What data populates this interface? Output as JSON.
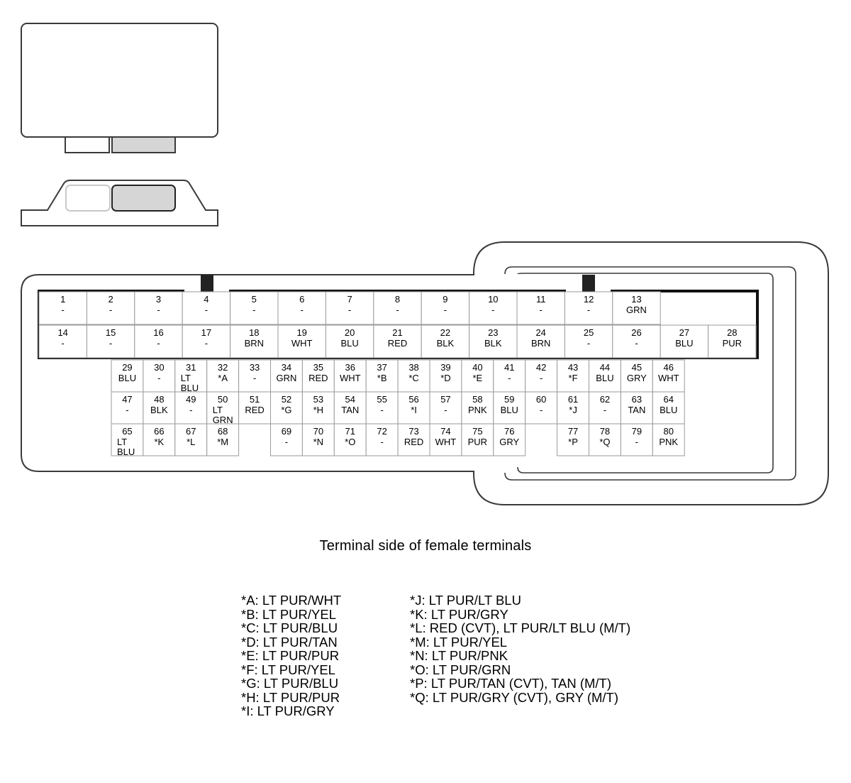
{
  "caption": "Terminal side of female terminals",
  "terminals": [
    {
      "no": "1",
      "wire": [
        "-"
      ]
    },
    {
      "no": "2",
      "wire": [
        "-"
      ]
    },
    {
      "no": "3",
      "wire": [
        "-"
      ]
    },
    {
      "no": "4",
      "wire": [
        "-"
      ]
    },
    {
      "no": "5",
      "wire": [
        "-"
      ]
    },
    {
      "no": "6",
      "wire": [
        "-"
      ]
    },
    {
      "no": "7",
      "wire": [
        "-"
      ]
    },
    {
      "no": "8",
      "wire": [
        "-"
      ]
    },
    {
      "no": "9",
      "wire": [
        "-"
      ]
    },
    {
      "no": "10",
      "wire": [
        "-"
      ]
    },
    {
      "no": "11",
      "wire": [
        "-"
      ]
    },
    {
      "no": "12",
      "wire": [
        "-"
      ]
    },
    {
      "no": "13",
      "wire": [
        "GRN"
      ]
    },
    {
      "no": "14",
      "wire": [
        "-"
      ]
    },
    {
      "no": "15",
      "wire": [
        "-"
      ]
    },
    {
      "no": "16",
      "wire": [
        "-"
      ]
    },
    {
      "no": "17",
      "wire": [
        "-"
      ]
    },
    {
      "no": "18",
      "wire": [
        "BRN"
      ]
    },
    {
      "no": "19",
      "wire": [
        "WHT"
      ]
    },
    {
      "no": "20",
      "wire": [
        "BLU"
      ]
    },
    {
      "no": "21",
      "wire": [
        "RED"
      ]
    },
    {
      "no": "22",
      "wire": [
        "BLK"
      ]
    },
    {
      "no": "23",
      "wire": [
        "BLK"
      ]
    },
    {
      "no": "24",
      "wire": [
        "BRN"
      ]
    },
    {
      "no": "25",
      "wire": [
        "-"
      ]
    },
    {
      "no": "26",
      "wire": [
        "-"
      ]
    },
    {
      "no": "27",
      "wire": [
        "BLU"
      ]
    },
    {
      "no": "28",
      "wire": [
        "PUR"
      ]
    },
    {
      "no": "29",
      "wire": [
        "BLU"
      ]
    },
    {
      "no": "30",
      "wire": [
        "-"
      ]
    },
    {
      "no": "31",
      "wire": [
        "LT",
        "BLU"
      ]
    },
    {
      "no": "32",
      "wire": [
        "*A"
      ]
    },
    {
      "no": "33",
      "wire": [
        "-"
      ]
    },
    {
      "no": "34",
      "wire": [
        "GRN"
      ]
    },
    {
      "no": "35",
      "wire": [
        "RED"
      ]
    },
    {
      "no": "36",
      "wire": [
        "WHT"
      ]
    },
    {
      "no": "37",
      "wire": [
        "*B"
      ]
    },
    {
      "no": "38",
      "wire": [
        "*C"
      ]
    },
    {
      "no": "39",
      "wire": [
        "*D"
      ]
    },
    {
      "no": "40",
      "wire": [
        "*E"
      ]
    },
    {
      "no": "41",
      "wire": [
        "-"
      ]
    },
    {
      "no": "42",
      "wire": [
        "-"
      ]
    },
    {
      "no": "43",
      "wire": [
        "*F"
      ]
    },
    {
      "no": "44",
      "wire": [
        "BLU"
      ]
    },
    {
      "no": "45",
      "wire": [
        "GRY"
      ]
    },
    {
      "no": "46",
      "wire": [
        "WHT"
      ]
    },
    {
      "no": "47",
      "wire": [
        "-"
      ]
    },
    {
      "no": "48",
      "wire": [
        "BLK"
      ]
    },
    {
      "no": "49",
      "wire": [
        "-"
      ]
    },
    {
      "no": "50",
      "wire": [
        "LT",
        "GRN"
      ]
    },
    {
      "no": "51",
      "wire": [
        "RED"
      ]
    },
    {
      "no": "52",
      "wire": [
        "*G"
      ]
    },
    {
      "no": "53",
      "wire": [
        "*H"
      ]
    },
    {
      "no": "54",
      "wire": [
        "TAN"
      ]
    },
    {
      "no": "55",
      "wire": [
        "-"
      ]
    },
    {
      "no": "56",
      "wire": [
        "*I"
      ]
    },
    {
      "no": "57",
      "wire": [
        "-"
      ]
    },
    {
      "no": "58",
      "wire": [
        "PNK"
      ]
    },
    {
      "no": "59",
      "wire": [
        "BLU"
      ]
    },
    {
      "no": "60",
      "wire": [
        "-"
      ]
    },
    {
      "no": "61",
      "wire": [
        "*J"
      ]
    },
    {
      "no": "62",
      "wire": [
        "-"
      ]
    },
    {
      "no": "63",
      "wire": [
        "TAN"
      ]
    },
    {
      "no": "64",
      "wire": [
        "BLU"
      ]
    },
    {
      "no": "65",
      "wire": [
        "LT",
        "BLU"
      ]
    },
    {
      "no": "66",
      "wire": [
        "*K"
      ]
    },
    {
      "no": "67",
      "wire": [
        "*L"
      ]
    },
    {
      "no": "68",
      "wire": [
        "*M"
      ]
    },
    {
      "no": "69",
      "wire": [
        "-"
      ]
    },
    {
      "no": "70",
      "wire": [
        "*N"
      ]
    },
    {
      "no": "71",
      "wire": [
        "*O"
      ]
    },
    {
      "no": "72",
      "wire": [
        "-"
      ]
    },
    {
      "no": "73",
      "wire": [
        "RED"
      ]
    },
    {
      "no": "74",
      "wire": [
        "WHT"
      ]
    },
    {
      "no": "75",
      "wire": [
        "PUR"
      ]
    },
    {
      "no": "76",
      "wire": [
        "GRY"
      ]
    },
    {
      "no": "77",
      "wire": [
        "*P"
      ]
    },
    {
      "no": "78",
      "wire": [
        "*Q"
      ]
    },
    {
      "no": "79",
      "wire": [
        "-"
      ]
    },
    {
      "no": "80",
      "wire": [
        "PNK"
      ]
    }
  ],
  "legend_left": [
    "*A: LT PUR/WHT",
    "*B: LT PUR/YEL",
    "*C: LT PUR/BLU",
    "*D: LT PUR/TAN",
    "*E: LT PUR/PUR",
    "*F: LT PUR/YEL",
    "*G: LT PUR/BLU",
    "*H: LT PUR/PUR",
    "*I: LT PUR/GRY"
  ],
  "legend_right": [
    "*J: LT PUR/LT BLU",
    "*K: LT PUR/GRY",
    "*L: RED (CVT), LT PUR/LT BLU (M/T)",
    "*M: LT PUR/YEL",
    "*N: LT PUR/PNK",
    "*O: LT PUR/GRN",
    "*P: LT PUR/TAN (CVT), TAN (M/T)",
    "*Q: LT PUR/GRY (CVT), GRY (M/T)"
  ],
  "colors": {
    "line": "#3a3a3a",
    "shade": "#d6d6d6",
    "key": "#222222"
  }
}
